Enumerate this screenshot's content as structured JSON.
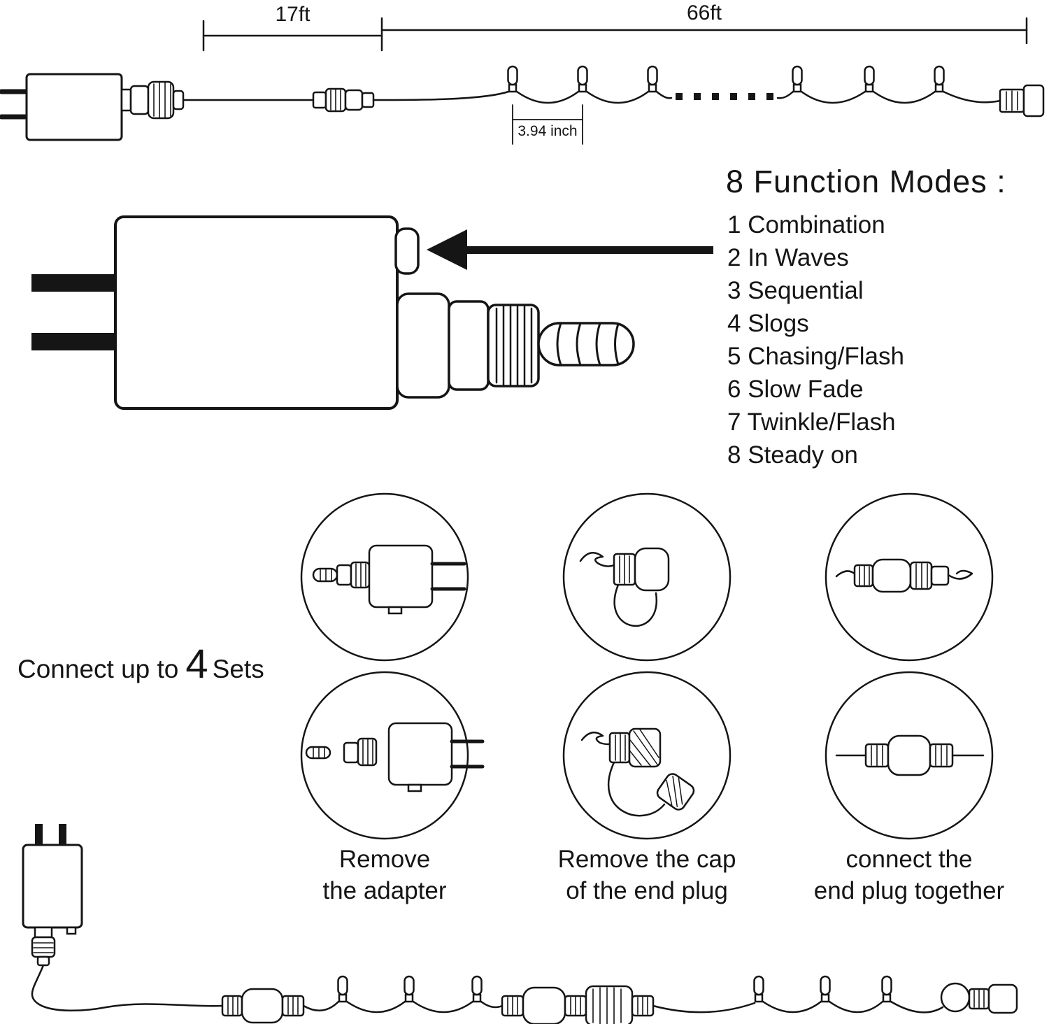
{
  "top_diagram": {
    "lead_length_label": "17ft",
    "string_length_label": "66ft",
    "bulb_spacing_label": "3.94 inch"
  },
  "function_modes": {
    "title": "8 Function Modes :",
    "items": [
      "1 Combination",
      "2 In Waves",
      "3 Sequential",
      "4 Slogs",
      "5 Chasing/Flash",
      "6 Slow Fade",
      "7 Twinkle/Flash",
      "8 Steady on"
    ]
  },
  "connect_section": {
    "prefix": "Connect up to",
    "count": "4",
    "suffix": "Sets",
    "captions": [
      {
        "line1": "Remove",
        "line2": "the adapter"
      },
      {
        "line1": "Remove the cap",
        "line2": "of the end plug"
      },
      {
        "line1": "connect the",
        "line2": "end plug together"
      }
    ]
  },
  "colors": {
    "ink": "#151515",
    "background": "#ffffff"
  }
}
